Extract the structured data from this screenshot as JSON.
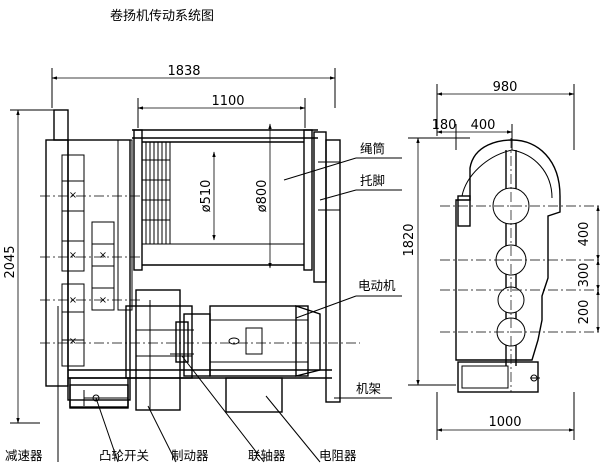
{
  "title": "卷扬机传动系统图",
  "front_view": {
    "dimensions": {
      "overall_width": "1838",
      "drum_length": "1100",
      "overall_height": "2045",
      "inner_diameter": "ø510",
      "outer_diameter": "ø800"
    },
    "callouts": {
      "rope_drum": "绳筒",
      "support_foot": "托脚",
      "motor": "电动机",
      "frame": "机架",
      "reducer": "减速器",
      "cam_switch": "凸轮开关",
      "brake": "制动器",
      "coupling": "联轴器",
      "resistor": "电阻器"
    }
  },
  "side_view": {
    "dimensions": {
      "overall_depth": "980",
      "offset_left": "180",
      "offset_center": "400",
      "height": "1820",
      "spacing_top": "400",
      "spacing_mid": "300",
      "spacing_bottom": "200",
      "base_width": "1000"
    }
  }
}
